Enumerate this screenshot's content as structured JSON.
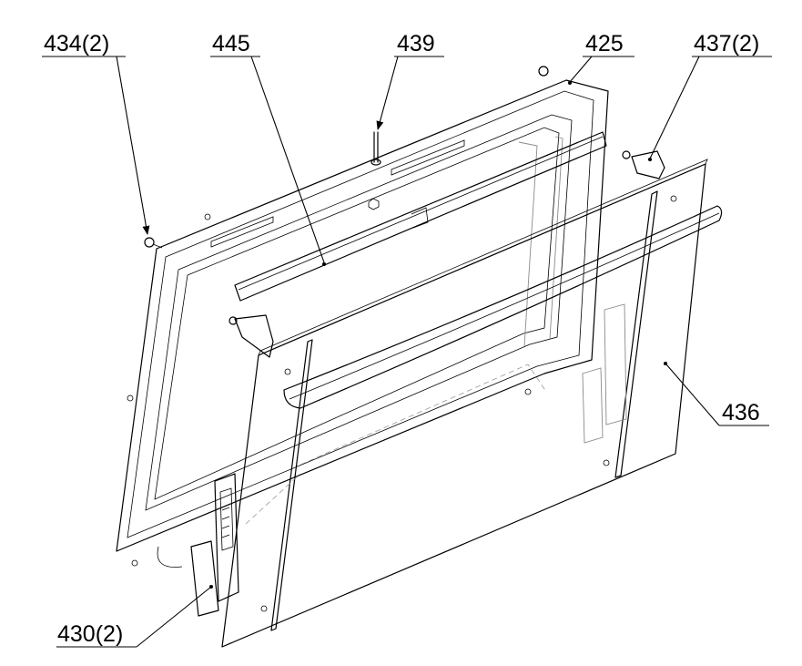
{
  "diagram": {
    "callouts": {
      "c434": "434(2)",
      "c445": "445",
      "c439": "439",
      "c425": "425",
      "c437": "437(2)",
      "c436": "436",
      "c430": "430(2)"
    }
  }
}
